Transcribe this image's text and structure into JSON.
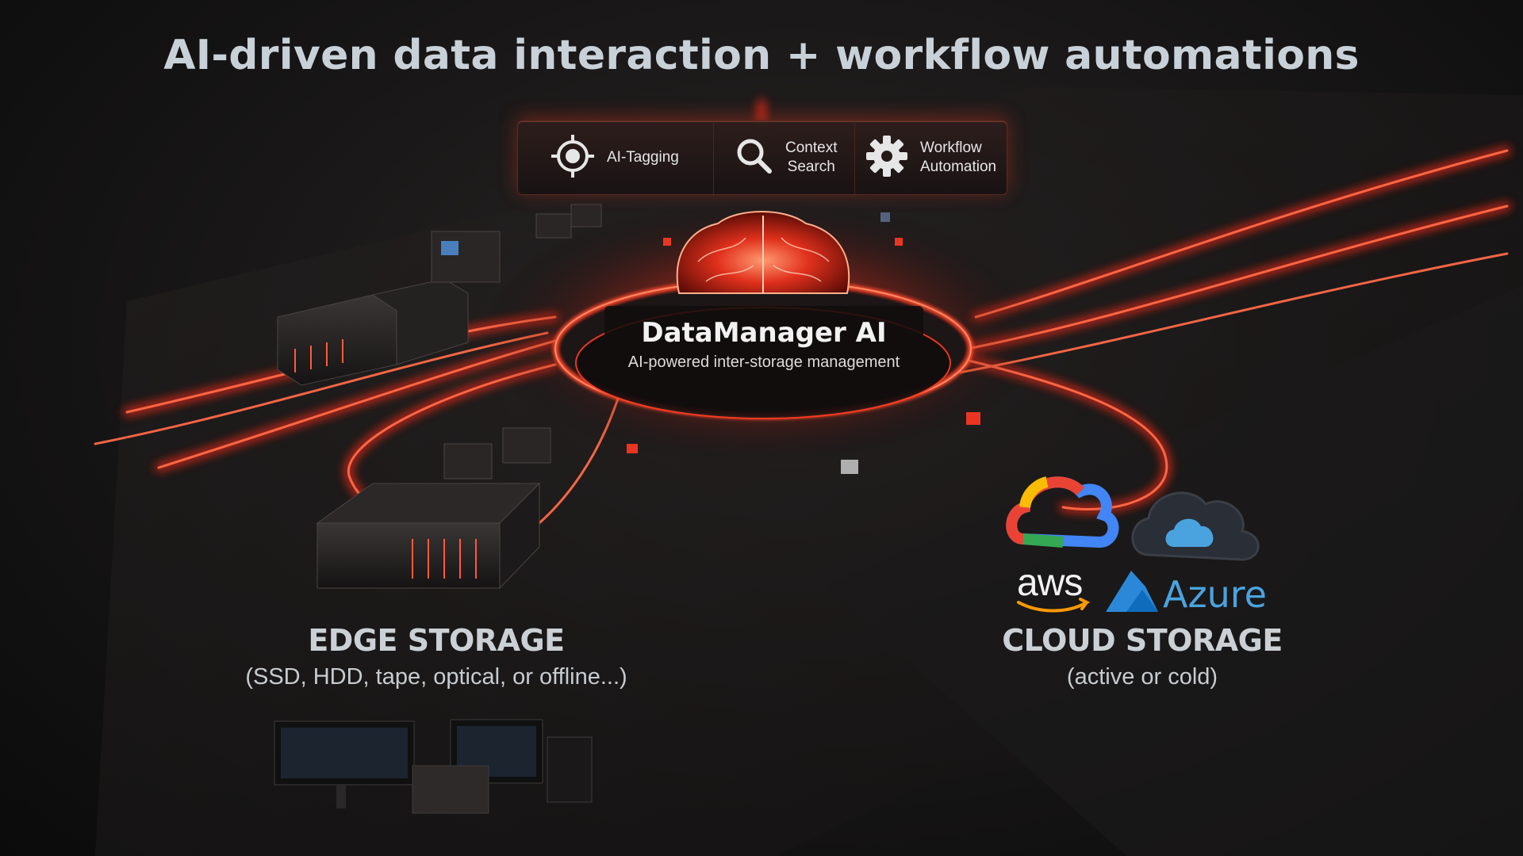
{
  "headline": "AI-driven data interaction + workflow automations",
  "features": [
    {
      "label": "AI-Tagging",
      "icon": "target-icon"
    },
    {
      "label": "Context\nSearch",
      "icon": "magnifier-icon"
    },
    {
      "label": "Workflow\nAutomation",
      "icon": "gear-icon"
    }
  ],
  "core": {
    "title": "DataManager AI",
    "subtitle": "AI-powered inter-storage management"
  },
  "edge_storage": {
    "title": "EDGE STORAGE",
    "detail": "(SSD, HDD, tape, optical, or offline...)"
  },
  "cloud_storage": {
    "title": "CLOUD STORAGE",
    "detail": "(active or cold)",
    "providers": {
      "aws": "aws",
      "azure": "Azure"
    }
  },
  "colors": {
    "accent_glow": "#ff3b24",
    "background": "#141212",
    "text_light": "#c9d1d8",
    "azure_blue": "#4aa3df",
    "aws_orange": "#ff9900"
  }
}
